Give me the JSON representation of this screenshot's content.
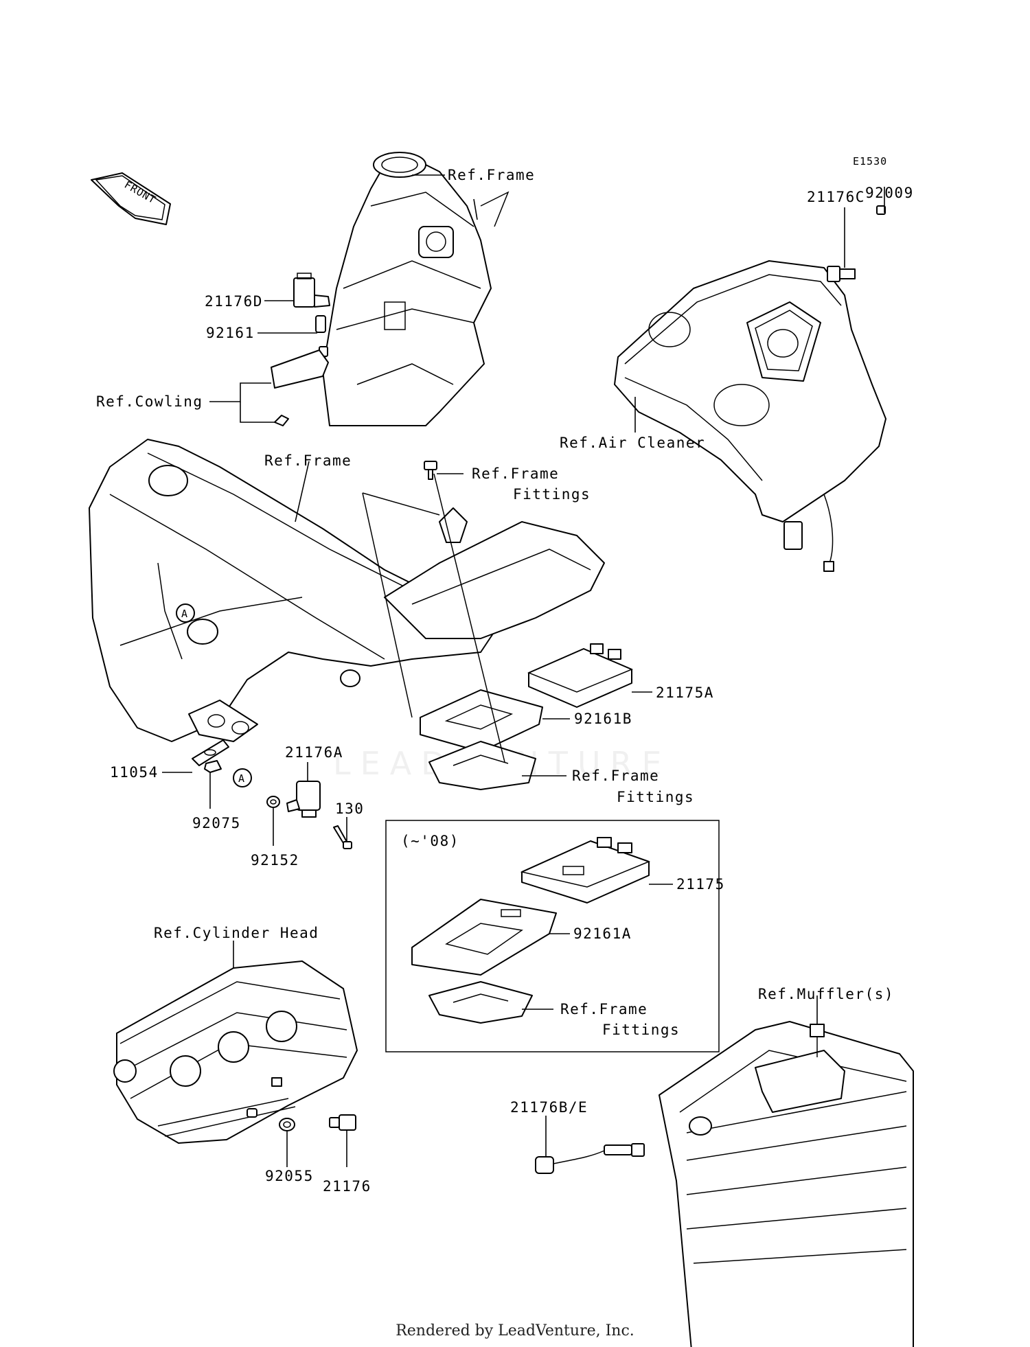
{
  "diagram_code": "E1530",
  "front_arrow_label": "FRONT",
  "callouts": [
    {
      "id": "ref-frame-top",
      "text": "Ref.Frame"
    },
    {
      "id": "p92009",
      "text": "92009"
    },
    {
      "id": "p21176C",
      "text": "21176C"
    },
    {
      "id": "p21176D",
      "text": "21176D"
    },
    {
      "id": "p92161",
      "text": "92161"
    },
    {
      "id": "ref-cowling",
      "text": "Ref.Cowling"
    },
    {
      "id": "ref-air-cleaner",
      "text": "Ref.Air Cleaner"
    },
    {
      "id": "ref-frame-mid",
      "text": "Ref.Frame"
    },
    {
      "id": "ref-frame-fittings-1a",
      "text": "Ref.Frame"
    },
    {
      "id": "ref-frame-fittings-1b",
      "text": "Fittings"
    },
    {
      "id": "p21175A",
      "text": "21175A"
    },
    {
      "id": "p92161B",
      "text": "92161B"
    },
    {
      "id": "ref-frame-fittings-2a",
      "text": "Ref.Frame"
    },
    {
      "id": "ref-frame-fittings-2b",
      "text": "Fittings"
    },
    {
      "id": "p11054",
      "text": "11054"
    },
    {
      "id": "p21176A",
      "text": "21176A"
    },
    {
      "id": "p130",
      "text": "130"
    },
    {
      "id": "p92075",
      "text": "92075"
    },
    {
      "id": "p92152",
      "text": "92152"
    },
    {
      "id": "inset-title",
      "text": "(~'08)"
    },
    {
      "id": "p21175",
      "text": "21175"
    },
    {
      "id": "p92161A",
      "text": "92161A"
    },
    {
      "id": "ref-frame-fittings-3a",
      "text": "Ref.Frame"
    },
    {
      "id": "ref-frame-fittings-3b",
      "text": "Fittings"
    },
    {
      "id": "ref-cylinder-head",
      "text": "Ref.Cylinder Head"
    },
    {
      "id": "ref-mufflers",
      "text": "Ref.Muffler(s)"
    },
    {
      "id": "p21176BE",
      "text": "21176B/E"
    },
    {
      "id": "p92055",
      "text": "92055"
    },
    {
      "id": "p21176",
      "text": "21176"
    }
  ],
  "marker_a": "A",
  "watermark": "LEADVENTURE",
  "footer": "Rendered by LeadVenture, Inc."
}
